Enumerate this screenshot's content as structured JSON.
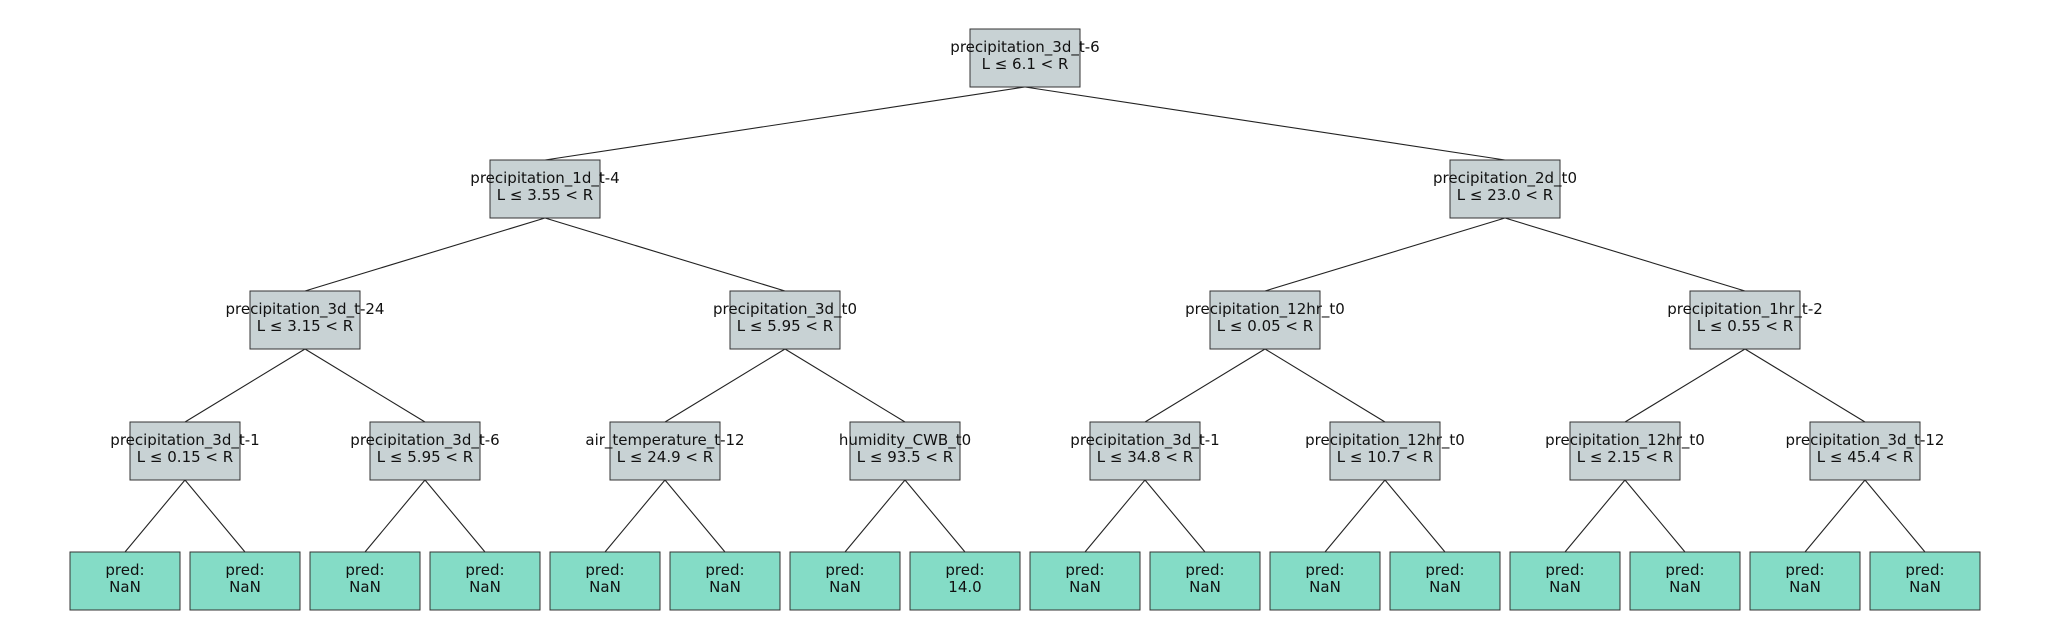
{
  "tree": {
    "nodes": [
      {
        "id": "n0",
        "kind": "split",
        "feature": "precipitation_3d_t-6",
        "rule": "L ≤ 6.1 < R"
      },
      {
        "id": "n1",
        "kind": "split",
        "feature": "precipitation_1d_t-4",
        "rule": "L ≤ 3.55 < R"
      },
      {
        "id": "n2",
        "kind": "split",
        "feature": "precipitation_2d_t0",
        "rule": "L ≤ 23.0 < R"
      },
      {
        "id": "n3",
        "kind": "split",
        "feature": "precipitation_3d_t-24",
        "rule": "L ≤ 3.15 < R"
      },
      {
        "id": "n4",
        "kind": "split",
        "feature": "precipitation_3d_t0",
        "rule": "L ≤ 5.95 < R"
      },
      {
        "id": "n5",
        "kind": "split",
        "feature": "precipitation_12hr_t0",
        "rule": "L ≤ 0.05 < R"
      },
      {
        "id": "n6",
        "kind": "split",
        "feature": "precipitation_1hr_t-2",
        "rule": "L ≤ 0.55 < R"
      },
      {
        "id": "n7",
        "kind": "split",
        "feature": "precipitation_3d_t-1",
        "rule": "L ≤ 0.15 < R"
      },
      {
        "id": "n8",
        "kind": "split",
        "feature": "precipitation_3d_t-6",
        "rule": "L ≤ 5.95 < R"
      },
      {
        "id": "n9",
        "kind": "split",
        "feature": "air_temperature_t-12",
        "rule": "L ≤ 24.9 < R"
      },
      {
        "id": "n10",
        "kind": "split",
        "feature": "humidity_CWB_t0",
        "rule": "L ≤ 93.5 < R"
      },
      {
        "id": "n11",
        "kind": "split",
        "feature": "precipitation_3d_t-1",
        "rule": "L ≤ 34.8 < R"
      },
      {
        "id": "n12",
        "kind": "split",
        "feature": "precipitation_12hr_t0",
        "rule": "L ≤ 10.7 < R"
      },
      {
        "id": "n13",
        "kind": "split",
        "feature": "precipitation_12hr_t0",
        "rule": "L ≤ 2.15 < R"
      },
      {
        "id": "n14",
        "kind": "split",
        "feature": "precipitation_3d_t-12",
        "rule": "L ≤ 45.4 < R"
      },
      {
        "id": "n15",
        "kind": "leaf",
        "label": "pred:",
        "value": "NaN"
      },
      {
        "id": "n16",
        "kind": "leaf",
        "label": "pred:",
        "value": "NaN"
      },
      {
        "id": "n17",
        "kind": "leaf",
        "label": "pred:",
        "value": "NaN"
      },
      {
        "id": "n18",
        "kind": "leaf",
        "label": "pred:",
        "value": "NaN"
      },
      {
        "id": "n19",
        "kind": "leaf",
        "label": "pred:",
        "value": "NaN"
      },
      {
        "id": "n20",
        "kind": "leaf",
        "label": "pred:",
        "value": "NaN"
      },
      {
        "id": "n21",
        "kind": "leaf",
        "label": "pred:",
        "value": "NaN"
      },
      {
        "id": "n22",
        "kind": "leaf",
        "label": "pred:",
        "value": "14.0"
      },
      {
        "id": "n23",
        "kind": "leaf",
        "label": "pred:",
        "value": "NaN"
      },
      {
        "id": "n24",
        "kind": "leaf",
        "label": "pred:",
        "value": "NaN"
      },
      {
        "id": "n25",
        "kind": "leaf",
        "label": "pred:",
        "value": "NaN"
      },
      {
        "id": "n26",
        "kind": "leaf",
        "label": "pred:",
        "value": "NaN"
      },
      {
        "id": "n27",
        "kind": "leaf",
        "label": "pred:",
        "value": "NaN"
      },
      {
        "id": "n28",
        "kind": "leaf",
        "label": "pred:",
        "value": "NaN"
      },
      {
        "id": "n29",
        "kind": "leaf",
        "label": "pred:",
        "value": "NaN"
      },
      {
        "id": "n30",
        "kind": "leaf",
        "label": "pred:",
        "value": "NaN"
      }
    ],
    "colors": {
      "split_fill": "#c8d2d4",
      "leaf_fill": "#84dcc6",
      "border": "#333333",
      "edge": "#222222"
    }
  }
}
